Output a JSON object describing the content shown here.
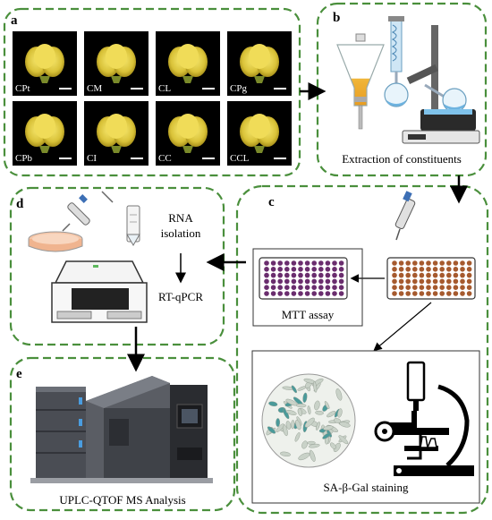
{
  "panels": {
    "a": {
      "letter": "a",
      "samples": [
        "CPt",
        "CM",
        "CL",
        "CPg",
        "CPb",
        "CI",
        "CC",
        "CCL"
      ]
    },
    "b": {
      "letter": "b",
      "caption": "Extraction of  constituents"
    },
    "c": {
      "letter": "c",
      "mtt_caption": "MTT assay",
      "staining_caption": "SA-β-Gal staining"
    },
    "d": {
      "letter": "d",
      "rna_line1": "RNA",
      "rna_line2": "isolation",
      "rtqpcr": "RT-qPCR"
    },
    "e": {
      "letter": "e",
      "caption": "UPLC-QTOF MS Analysis"
    }
  },
  "colors": {
    "panel_border": "#4a8f3c",
    "tile_background": "#000000",
    "flower": "#e8d44a",
    "mtt_plate_wells": "#6a2d6e",
    "extract_plate_wells": "#a65a2e"
  },
  "icons": [
    "separatory-funnel-icon",
    "rotary-evaporator-icon",
    "pipette-icon",
    "petri-dish-icon",
    "tube-icon",
    "pcr-machine-icon",
    "microscope-icon",
    "ms-instrument-icon"
  ]
}
